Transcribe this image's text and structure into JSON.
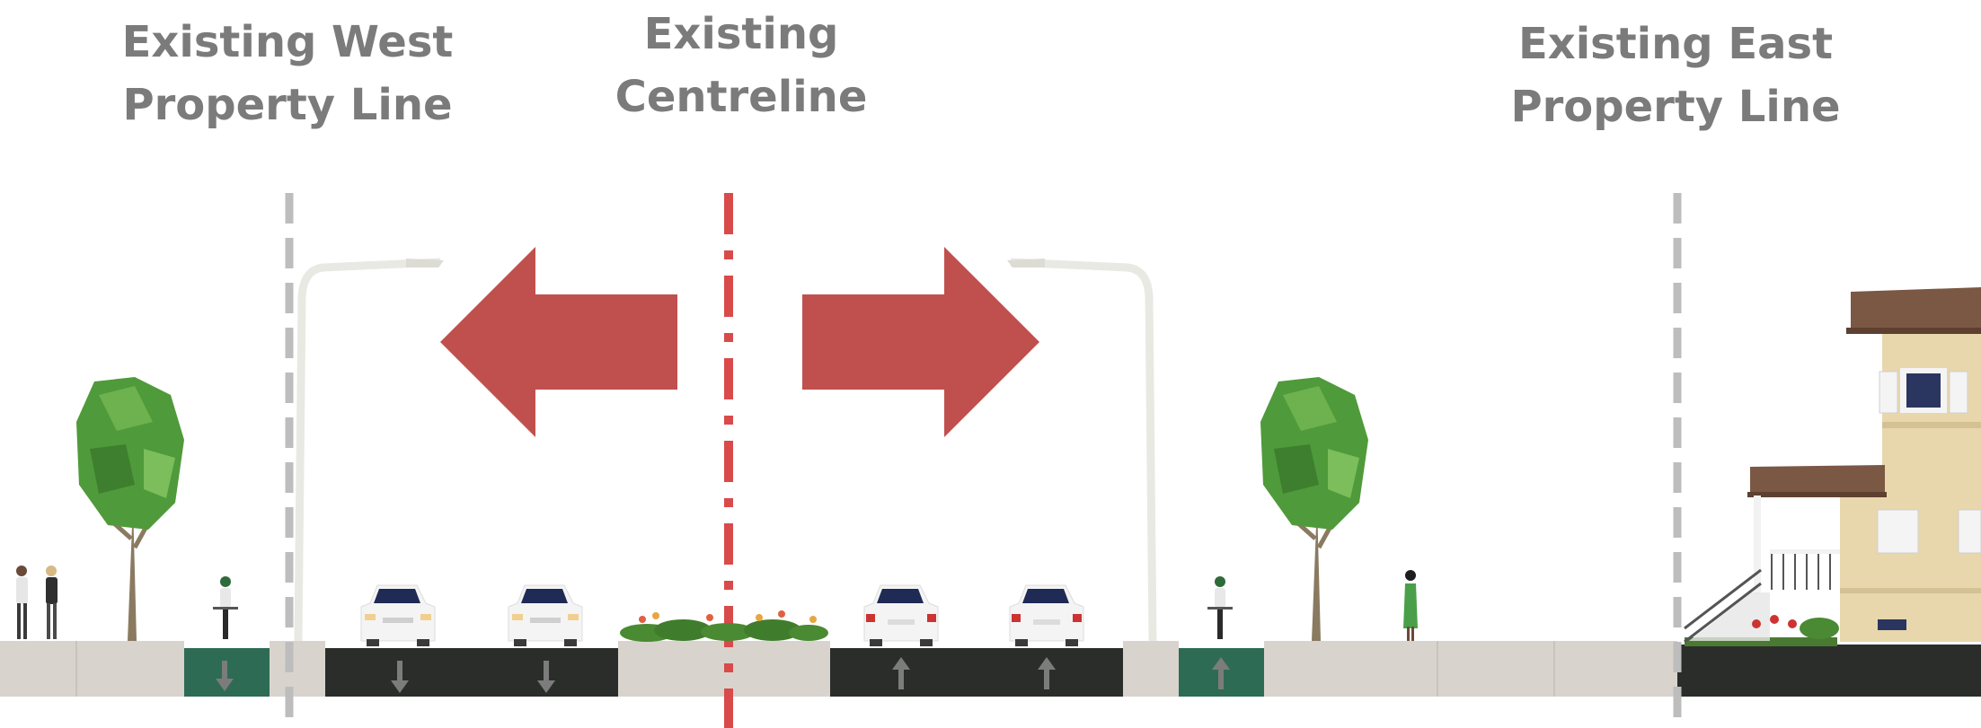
{
  "labels": {
    "west_line": [
      "Existing West",
      "Property Line"
    ],
    "centreline": [
      "Existing",
      "Centreline"
    ],
    "east_line": [
      "Existing East",
      "Property Line"
    ]
  },
  "colors": {
    "label_text": "#7b7b7b",
    "arrow": "#c0504d",
    "centreline": "#d94a4a",
    "property_line": "#bdbdbd",
    "asphalt": "#2b2d2b",
    "bike_lane": "#2e6b55",
    "sidewalk": "#d8d4cd",
    "tree_foliage": "#4f9a3a",
    "tree_trunk": "#8a7a60",
    "house_wall": "#e8d7ad",
    "house_roof": "#7b5844"
  },
  "icons": {
    "big_arrow_left": "arrow-left-icon",
    "big_arrow_right": "arrow-right-icon",
    "lane_arrow_down": "arrow-down-icon",
    "lane_arrow_up": "arrow-up-icon"
  },
  "lanes": [
    {
      "type": "sidewalk",
      "direction": ""
    },
    {
      "type": "bike-lane",
      "direction": "down"
    },
    {
      "type": "buffer",
      "direction": ""
    },
    {
      "type": "travel-lane",
      "direction": "down"
    },
    {
      "type": "travel-lane",
      "direction": "down"
    },
    {
      "type": "median",
      "direction": ""
    },
    {
      "type": "travel-lane",
      "direction": "up"
    },
    {
      "type": "travel-lane",
      "direction": "up"
    },
    {
      "type": "buffer",
      "direction": ""
    },
    {
      "type": "bike-lane",
      "direction": "up"
    },
    {
      "type": "sidewalk",
      "direction": ""
    },
    {
      "type": "private-property",
      "direction": ""
    }
  ]
}
